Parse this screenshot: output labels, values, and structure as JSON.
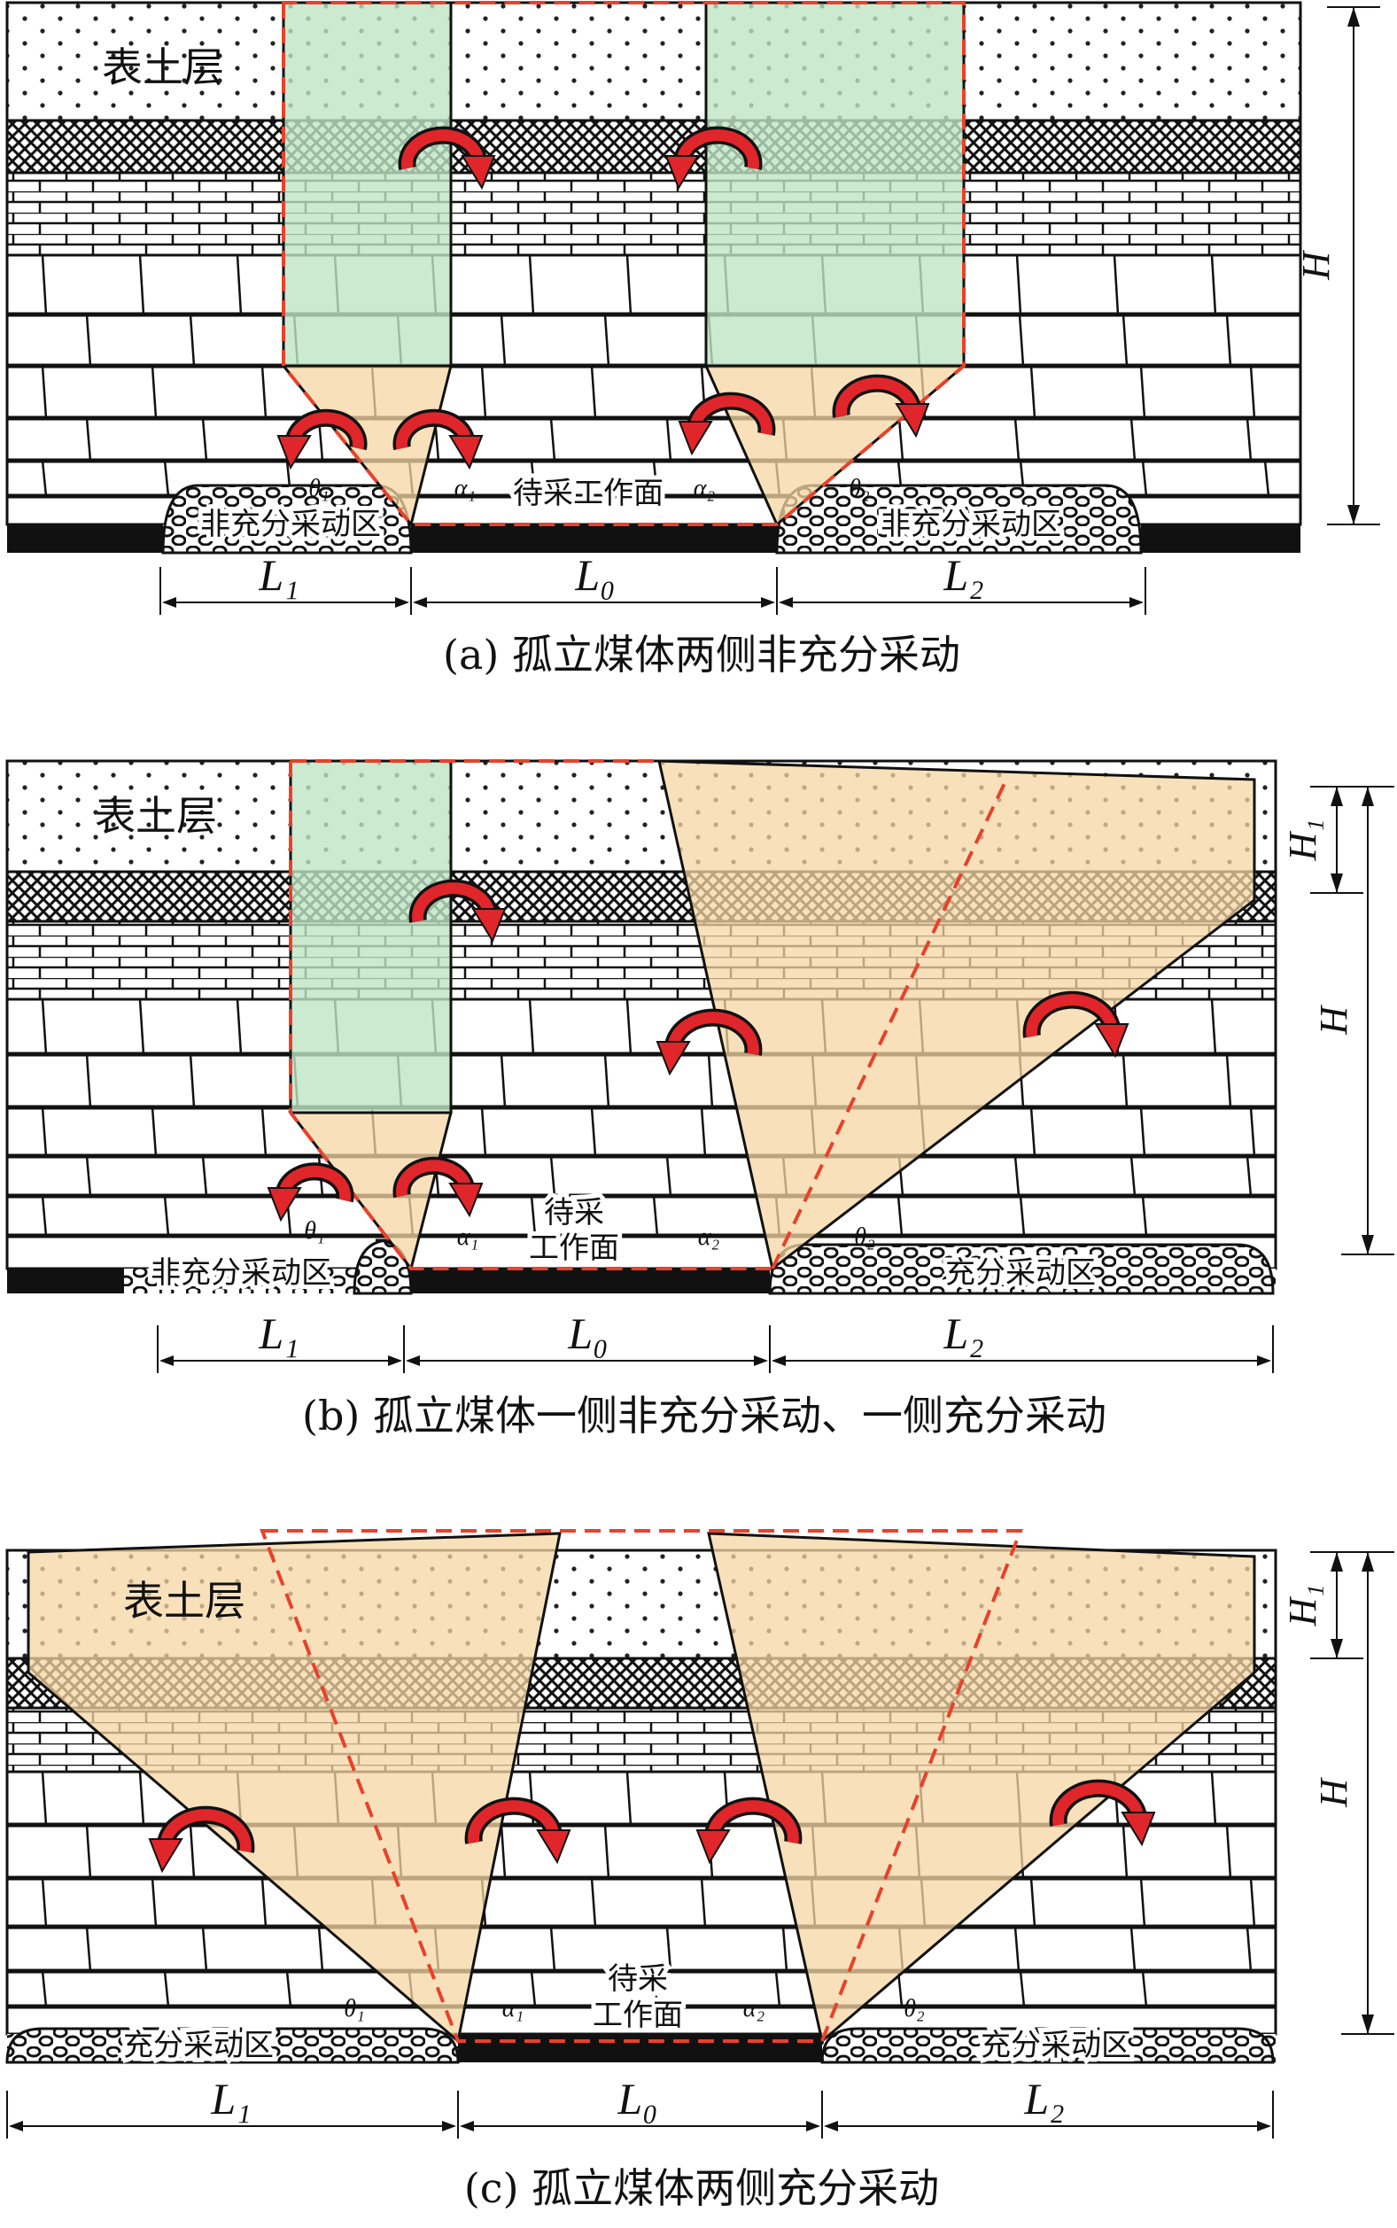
{
  "colors": {
    "arrow": "#e0262a",
    "dashed_outline": "#e8412c",
    "green_zone": "#bfe5c3",
    "tan_zone": "#f5d7a3",
    "coal": "#111111"
  },
  "panels": [
    {
      "caption": "(a) 孤立煤体两侧非充分采动",
      "topsoil": "表土层",
      "zone_left": "非充分采动区",
      "zone_right": "非充分采动区",
      "face_lines": [
        "待采工作面"
      ],
      "theta1": "θ₁",
      "alpha1": "α₁",
      "alpha2": "α₂",
      "theta2": "θ₂",
      "L1": "L₁",
      "L0": "L₀",
      "L2": "L₂",
      "H": "H"
    },
    {
      "caption": "(b) 孤立煤体一侧非充分采动、一侧充分采动",
      "topsoil": "表土层",
      "zone_left": "非充分采动区",
      "zone_right": "充分采动区",
      "face_lines": [
        "待采",
        "工作面"
      ],
      "theta1": "θ₁",
      "alpha1": "α₁",
      "alpha2": "α₂",
      "theta2": "θ₂",
      "L1": "L₁",
      "L0": "L₀",
      "L2": "L₂",
      "H1": "H₁",
      "H": "H"
    },
    {
      "caption": "(c) 孤立煤体两侧充分采动",
      "topsoil": "表土层",
      "zone_left": "充分采动区",
      "zone_right": "充分采动区",
      "face_lines": [
        "待采",
        "工作面"
      ],
      "theta1": "θ₁",
      "alpha1": "α₁",
      "alpha2": "α₂",
      "theta2": "θ₂",
      "L1": "L₁",
      "L0": "L₀",
      "L2": "L₂",
      "H1": "H₁",
      "H": "H"
    }
  ]
}
